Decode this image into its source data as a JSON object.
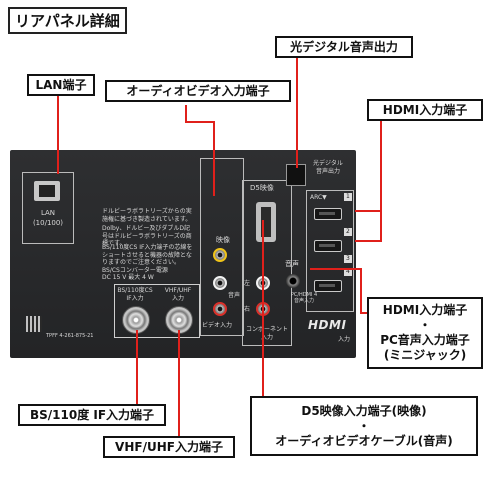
{
  "title": "リアパネル詳細",
  "callouts": {
    "optical": "光デジタル音声出力",
    "lan": "LAN端子",
    "audio_video_in": "オーディオビデオ入力端子",
    "hdmi_top": "HDMI入力端子",
    "hdmi_pc_line1": "HDMI入力端子",
    "hdmi_pc_dot": "・",
    "hdmi_pc_line2": "PC音声入力端子",
    "hdmi_pc_line3": "(ミニジャック)",
    "bs": "BS/110度 IF入力端子",
    "vhf": "VHF/UHF入力端子",
    "d5_line1": "D5映像入力端子(映像)",
    "d5_dot": "・",
    "d5_line2": "オーディオビデオケーブル(音声)"
  },
  "panel": {
    "lan_label": "LAN",
    "lan_sub": "(10/100)",
    "notice1": "ドルビーラボラトリーズからの実施権に基づき製造されています。",
    "notice2": "Dolby、ドルビー及びダブルD記号はドルビーラボラトリーズの商標です。",
    "bs_power_note": "BS/110度CS IF入力端子の芯線をショートさせると機器の故障となりますのでご注意ください。",
    "bs_power": "BS/CSコンバーター電源",
    "bs_power_spec": "DC 15 V  最大 4 W",
    "bs_label": "BS/110度CS\nIF入力",
    "vhf_label": "VHF/UHF\n入力",
    "video_label": "映像",
    "audio_l": "左",
    "audio_r": "右",
    "audio_label": "音声",
    "video_in_label": "ビデオ入力",
    "d5_label": "D5映像",
    "component_label": "コンポーネント\n入力",
    "optical_label": "光デジタル\n音声出力",
    "arc": "ARC▼",
    "hdmi_nums": [
      "1",
      "2",
      "3",
      "4"
    ],
    "audio_jack_label": "音声",
    "pc_audio_label": "PC/HDMI 4\n音声入力",
    "hdmi_logo": "HDMI",
    "hdmi_in": "入力",
    "model": "TPFF 4-261-875-21"
  }
}
